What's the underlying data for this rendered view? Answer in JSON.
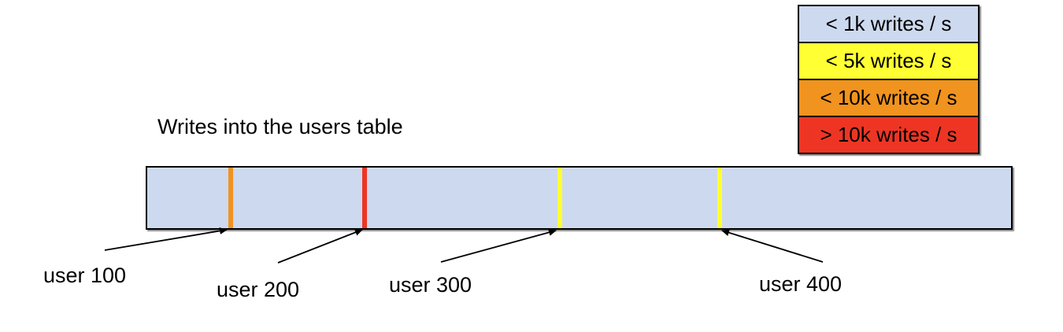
{
  "title": "Writes into the users table",
  "colors": {
    "bar_fill": "#cdd9ee",
    "outline": "#000000",
    "yellow": "#ffff33",
    "orange": "#f0931f",
    "red": "#ee3524"
  },
  "legend": {
    "items": [
      {
        "label": "< 1k writes / s",
        "color": "#cdd9ee"
      },
      {
        "label": "< 5k writes / s",
        "color": "#ffff33"
      },
      {
        "label": "< 10k writes / s",
        "color": "#f0931f"
      },
      {
        "label": "> 10k writes / s",
        "color": "#ee3524"
      }
    ]
  },
  "markers": [
    {
      "label": "user 100",
      "color": "#f0931f",
      "rate_band": "< 10k writes / s"
    },
    {
      "label": "user 200",
      "color": "#ee3524",
      "rate_band": "> 10k writes / s"
    },
    {
      "label": "user 300",
      "color": "#ffff33",
      "rate_band": "< 5k writes / s"
    },
    {
      "label": "user 400",
      "color": "#ffff33",
      "rate_band": "< 5k writes / s"
    }
  ]
}
